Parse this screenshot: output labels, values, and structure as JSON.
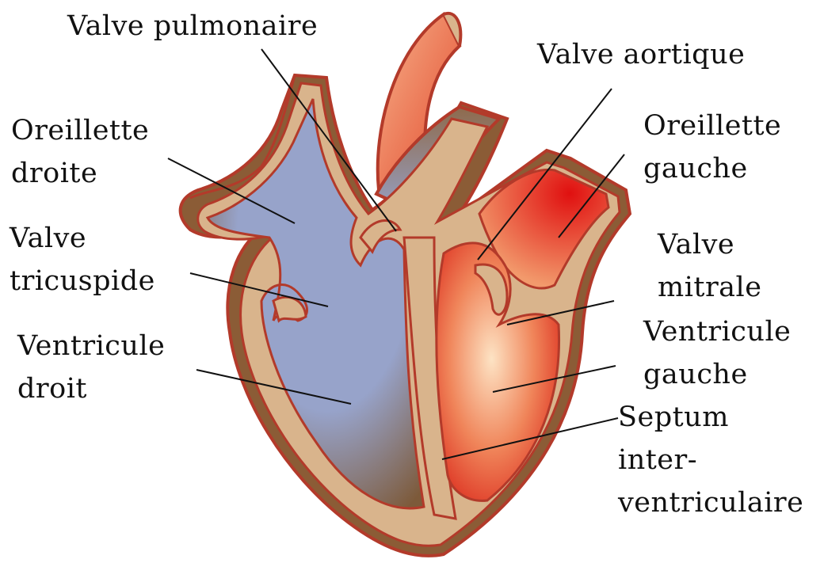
{
  "labels": {
    "valve_pulmonary": "Valve pulmonaire",
    "valve_aortic": "Valve aortique",
    "right_atrium": [
      "Oreillette",
      "droite"
    ],
    "left_atrium": [
      "Oreillette",
      "gauche"
    ],
    "tricuspid_valve": [
      "Valve",
      "tricuspide"
    ],
    "mitral_valve": [
      "Valve",
      "mitrale"
    ],
    "right_ventricle": [
      "Ventricule",
      "droit"
    ],
    "left_ventricle": [
      "Ventricule",
      "gauche"
    ],
    "septum": [
      "Septum",
      "inter-",
      "ventriculaire"
    ]
  },
  "colors": {
    "deoxygenated": "#97a3ca",
    "oxygenated": "#e32a1f",
    "muscle_wall": "#d9b48c",
    "outer_tissue": "#8b5c36",
    "outline": "#b33a2a",
    "leader_line": "#111111"
  }
}
